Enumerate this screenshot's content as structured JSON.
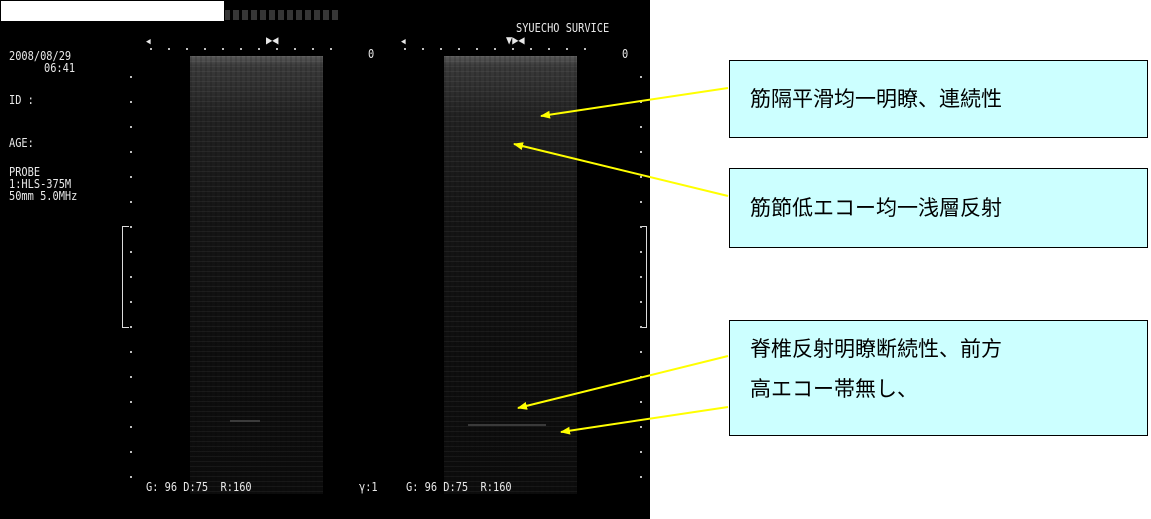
{
  "scanner": {
    "brand": "SYUECHO SURVICE",
    "date": "2008/08/29",
    "time": "06:41",
    "id_label": "ID :",
    "age_label": "AGE:",
    "probe_label": "PROBE",
    "probe_model": "1:HLS-375M",
    "probe_spec": "50mm 5.0MHz",
    "depth_zero_left": "0",
    "depth_zero_right": "0",
    "left_settings": "G: 96 D:75  R:160",
    "right_gamma": "γ:1",
    "right_settings": "G: 96 D:75  R:160"
  },
  "annotations": [
    {
      "text": "筋隔平滑均一明瞭、連続性"
    },
    {
      "text": "筋節低エコー均一浅層反射"
    },
    {
      "line1": "脊椎反射明瞭断続性、前方",
      "line2": "高エコー帯無し、"
    }
  ],
  "colors": {
    "annotation_fill": "#ccffff",
    "arrow": "#ffff00",
    "screen_bg": "#000000"
  }
}
